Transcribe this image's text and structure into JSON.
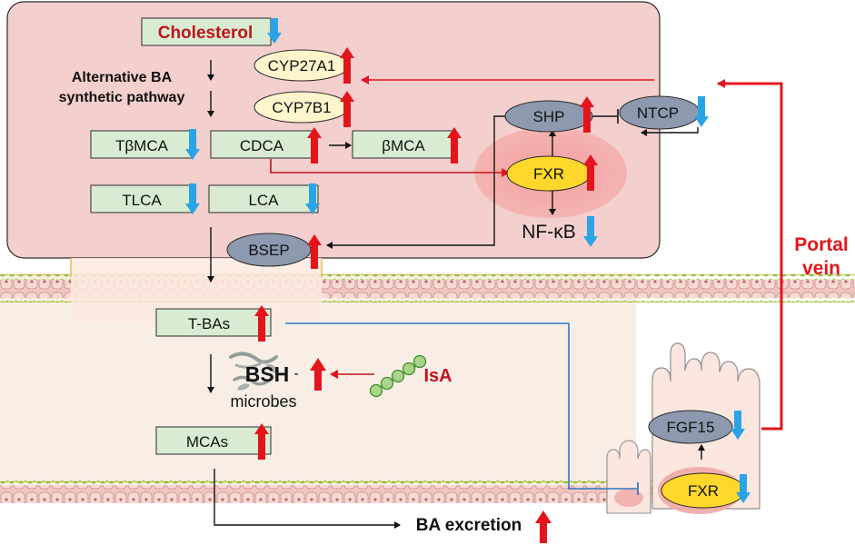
{
  "colors": {
    "liver_fill": "#f3cfcd",
    "box_fill": "#d9ecd3",
    "oval_fill": "#8c99ae",
    "cyp_fill": "#fff5cc",
    "fxr_fill": "#ffd82b",
    "up_arrow": "#e5141b",
    "down_arrow": "#2aa4e6",
    "red_line": "#e4161c",
    "blue_line": "#2f79c7",
    "title_red": "#c0141b",
    "intestine_bg": "#f9eee6"
  },
  "liver": {
    "cholesterol": "Cholesterol",
    "pathway_line1": "Alternative BA",
    "pathway_line2": "synthetic pathway",
    "cyp27a1": "CYP27A1",
    "cyp7b1": "CYP7B1",
    "tbmca": "TβMCA",
    "cdca": "CDCA",
    "bmca": "βMCA",
    "tlca": "TLCA",
    "lca": "LCA",
    "shp": "SHP",
    "ntcp": "NTCP",
    "fxr": "FXR",
    "nfkb": "NF-κB",
    "bsep": "BSEP"
  },
  "intestine": {
    "tbas": "T-BAs",
    "bsh": "BSH",
    "bsh_dash": "-",
    "microbes": "microbes",
    "isa": "IsA",
    "mcas": "MCAs",
    "excretion": "BA excretion",
    "fgf15": "FGF15",
    "fxr": "FXR"
  },
  "portal": {
    "line1": "Portal",
    "line2": "vein"
  }
}
